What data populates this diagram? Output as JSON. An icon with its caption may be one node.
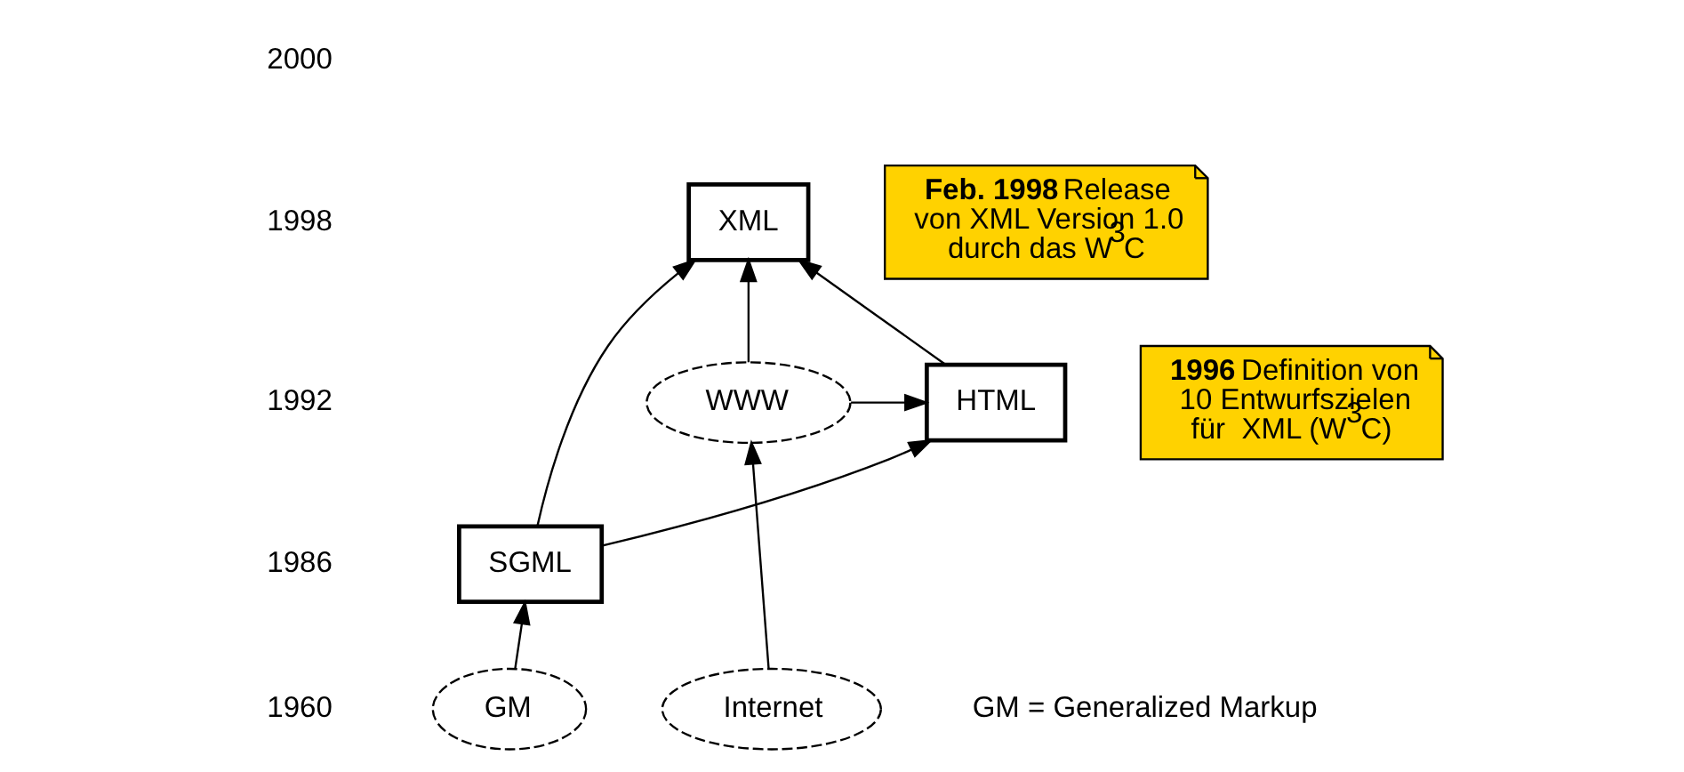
{
  "diagram": {
    "nodes": [
      {
        "text": [
          "XML"
        ]
      },
      {
        "text": [
          "HTML"
        ]
      },
      {
        "text": [
          "SGML"
        ]
      },
      {
        "text": [
          "GM"
        ]
      },
      {
        "text": [
          "WWW"
        ]
      },
      {
        "text": [
          "Internet"
        ]
      },
      {
        "text": [
          "**Feb. 1998** Release von XML Version 1.0 durch das W$^{3}$C"
        ]
      },
      {
        "text": [
          "**1996** Definition von 10 Entwurfszielen für  XML (W$^{3}$C)"
        ]
      }
    ],
    "edges": [
      {
        "from": 3,
        "to": 2,
        "arrow": "to"
      },
      {
        "from": 2,
        "to": 0,
        "arrow": "to"
      },
      {
        "from": 2,
        "to": 1,
        "arrow": "to"
      },
      {
        "from": 1,
        "to": 0,
        "arrow": "to"
      },
      {
        "from": 4,
        "to": 0,
        "arrow": "to"
      },
      {
        "from": 4,
        "to": 1,
        "arrow": "to"
      },
      {
        "from": 5,
        "to": 4,
        "arrow": "to"
      }
    ],
    "labels": [
      "2000",
      "1998",
      "1992",
      "1986",
      "1960",
      "GM = Generalized Markup"
    ]
  }
}
